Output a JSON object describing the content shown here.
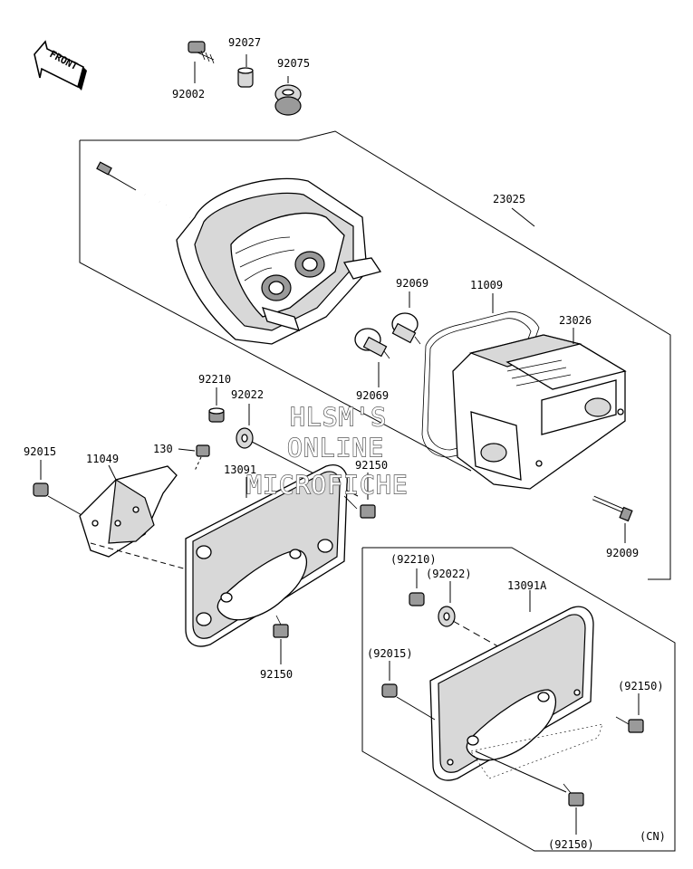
{
  "front_arrow": {
    "text": "FRONT"
  },
  "watermark": {
    "line1": "HLSM'S",
    "line2": "ONLINE",
    "line3": "MICROFICHE"
  },
  "labels": {
    "p92002": "92002",
    "p92027": "92027",
    "p92075": "92075",
    "p23025": "23025",
    "p92069a": "92069",
    "p11009": "11009",
    "p23026": "23026",
    "p92069b": "92069",
    "p92210": "92210",
    "p92022": "92022",
    "p130": "130",
    "p92015": "92015",
    "p11049": "11049",
    "p13091": "13091",
    "p92150a": "92150",
    "p92150b": "92150",
    "p92009": "92009",
    "cn92210": "(92210)",
    "cn92022": "(92022)",
    "cn13091A": "13091A",
    "cn92015": "(92015)",
    "cn92150a": "(92150)",
    "cn92150b": "(92150)",
    "cn": "(CN)"
  }
}
